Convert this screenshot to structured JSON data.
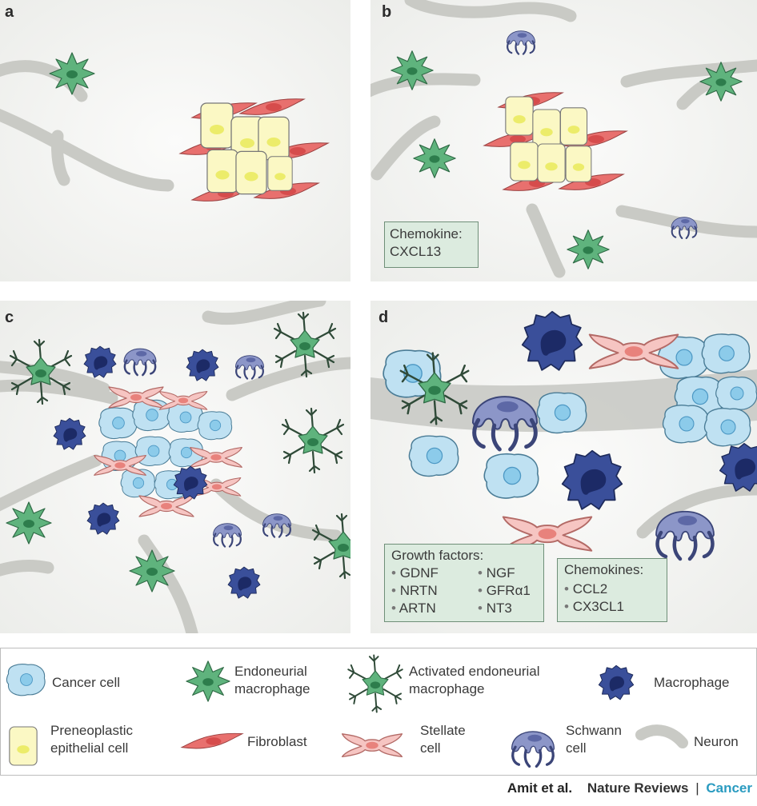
{
  "panels": {
    "a": {
      "letter": "a"
    },
    "b": {
      "letter": "b",
      "chemokine_box": "Chemokine:\nCXCL13"
    },
    "c": {
      "letter": "c"
    },
    "d": {
      "letter": "d",
      "growth_factors": {
        "title": "Growth factors:",
        "items": [
          "GDNF",
          "NGF",
          "NRTN",
          "GFRα1",
          "ARTN",
          "NT3"
        ]
      },
      "chemokines": {
        "title": "Chemokines:",
        "items": [
          "CCL2",
          "CX3CL1"
        ]
      }
    }
  },
  "legend": {
    "items": [
      {
        "icon": "cancer-cell-icon",
        "label": "Cancer cell"
      },
      {
        "icon": "endoneurial-macrophage-icon",
        "label": "Endoneurial\nmacrophage"
      },
      {
        "icon": "activated-endoneurial-macrophage-icon",
        "label": "Activated endoneurial\nmacrophage"
      },
      {
        "icon": "macrophage-icon",
        "label": "Macrophage"
      },
      {
        "icon": "preneoplastic-epithelial-cell-icon",
        "label": "Preneoplastic\nepithelial cell"
      },
      {
        "icon": "fibroblast-icon",
        "label": "Fibroblast"
      },
      {
        "icon": "stellate-cell-icon",
        "label": "Stellate\ncell"
      },
      {
        "icon": "schwann-cell-icon",
        "label": "Schwann\ncell"
      },
      {
        "icon": "neuron-icon",
        "label": "Neuron"
      }
    ]
  },
  "colors": {
    "panel_bg": "#ecedea",
    "neuron": "#c9cac5",
    "cancer_cell": "#bfe1f2",
    "endoneurial_macrophage": "#5fb37d",
    "macrophage": "#3a4f9a",
    "epithelial": "#fbf8c4",
    "fibroblast": "#e8706e",
    "stellate": "#f6c5c2",
    "schwann": "#8c96c8",
    "box_bg": "#dcebdf",
    "brand_accent": "#2a9bc0"
  },
  "credit": {
    "authors": "Amit et al.",
    "journal": "Nature Reviews",
    "separator": "|",
    "topic": "Cancer"
  }
}
